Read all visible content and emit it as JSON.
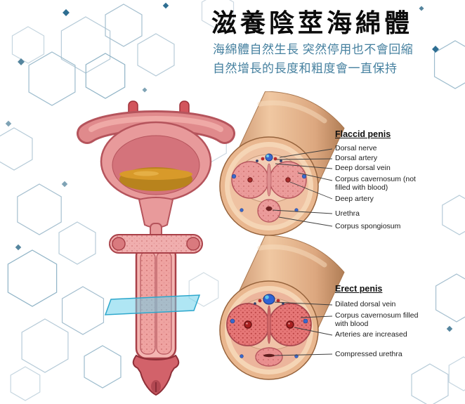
{
  "title": "滋養陰莖海綿體",
  "subtitle": {
    "line1": "海綿體自然生長 突然停用也不會回縮",
    "line2": "自然增長的長度和粗度會一直保持"
  },
  "diagrams": {
    "flaccid": {
      "heading": "Flaccid penis",
      "labels": [
        "Dorsal nerve",
        "Dorsal artery",
        "Deep dorsal vein",
        "Corpus cavernosum (not filled with blood)",
        "Deep artery",
        "Urethra",
        "Corpus spongiosum"
      ]
    },
    "erect": {
      "heading": "Erect penis",
      "labels": [
        "Dilated dorsal vein",
        "Corpus cavernosum filled with blood",
        "Arteries are increased",
        "Compressed urethra"
      ]
    }
  },
  "icons": {
    "background": "hexagon-molecule-pattern"
  },
  "colors": {
    "title": "#0c0c0c",
    "subtitle": "#45809f",
    "hexagon_light": "#b6cbd8",
    "hexagon_dark": "#4a7f9e",
    "accent_square": "#2e6e92",
    "tissue_pink": "#ec9e9c",
    "tissue_red": "#e87a7a",
    "vein_blue": "#2f63d4",
    "skin": "#e7b58e",
    "leader_line": "#3f3f3f"
  }
}
